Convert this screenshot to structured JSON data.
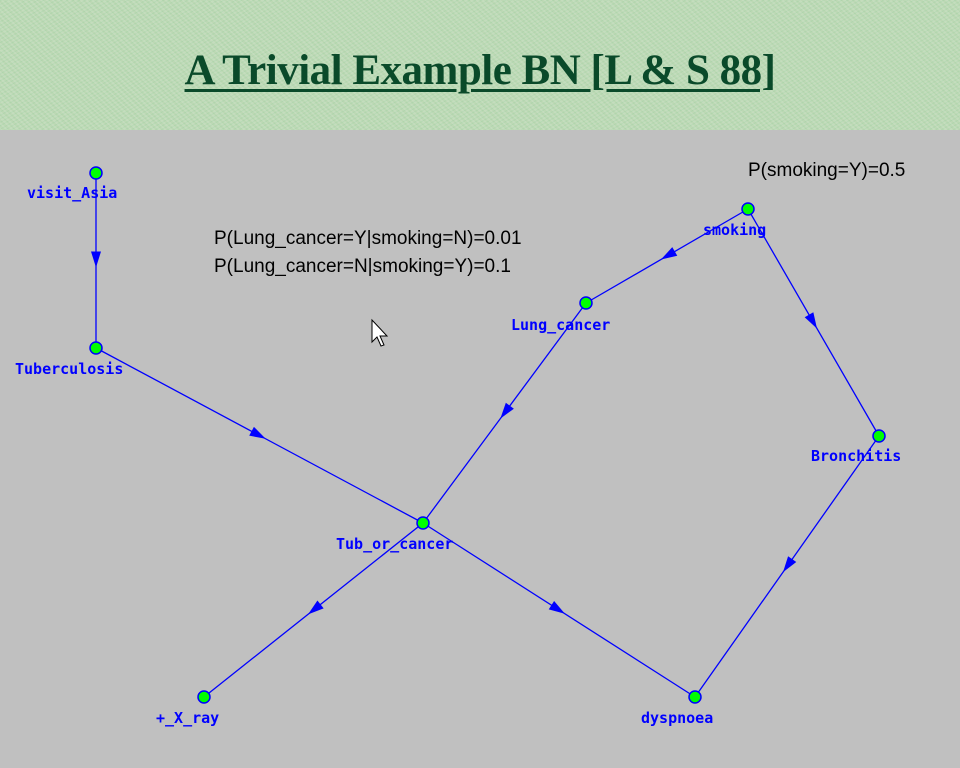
{
  "title": "A Trivial Example BN [L & S 88]",
  "annotations": {
    "p_smoking": "P(smoking=Y)=0.5",
    "p_lung_1": "P(Lung_cancer=Y|smoking=N)=0.01",
    "p_lung_2": "P(Lung_cancer=N|smoking=Y)=0.1"
  },
  "nodes": {
    "visit_asia": "visit_Asia",
    "tuberculosis": "Tuberculosis",
    "smoking": "smoking",
    "lung_cancer": "Lung_cancer",
    "bronchitis": "Bronchitis",
    "tub_or_cancer": "Tub_or_cancer",
    "x_ray": "+_X_ray",
    "dyspnoea": "dyspnoea"
  },
  "edges": [
    [
      "visit_asia",
      "tuberculosis"
    ],
    [
      "tuberculosis",
      "tub_or_cancer"
    ],
    [
      "smoking",
      "lung_cancer"
    ],
    [
      "smoking",
      "bronchitis"
    ],
    [
      "lung_cancer",
      "tub_or_cancer"
    ],
    [
      "tub_or_cancer",
      "x_ray"
    ],
    [
      "tub_or_cancer",
      "dyspnoea"
    ],
    [
      "bronchitis",
      "dyspnoea"
    ]
  ],
  "colors": {
    "node_fill": "#00ff00",
    "node_stroke": "#0000ff",
    "edge": "#0000ff",
    "title": "#0a4a2a"
  }
}
